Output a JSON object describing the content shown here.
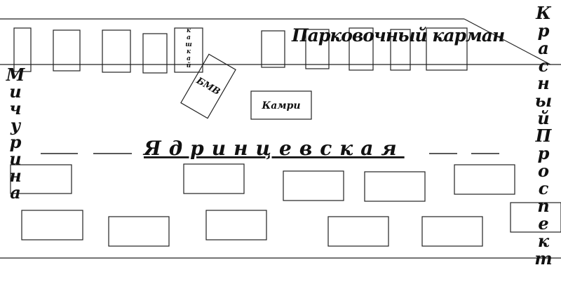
{
  "labels": {
    "parking_pocket": "Парковочный карман",
    "street_main": "Ядринцевская",
    "street_left": "Мичурина",
    "street_right": "Красный Проспект",
    "car_bmw": "БМВ",
    "car_camry": "Камри",
    "car_kashkai": "кашкай"
  },
  "colors": {
    "ink": "#111111",
    "line": "#222222",
    "background": "#ffffff"
  }
}
